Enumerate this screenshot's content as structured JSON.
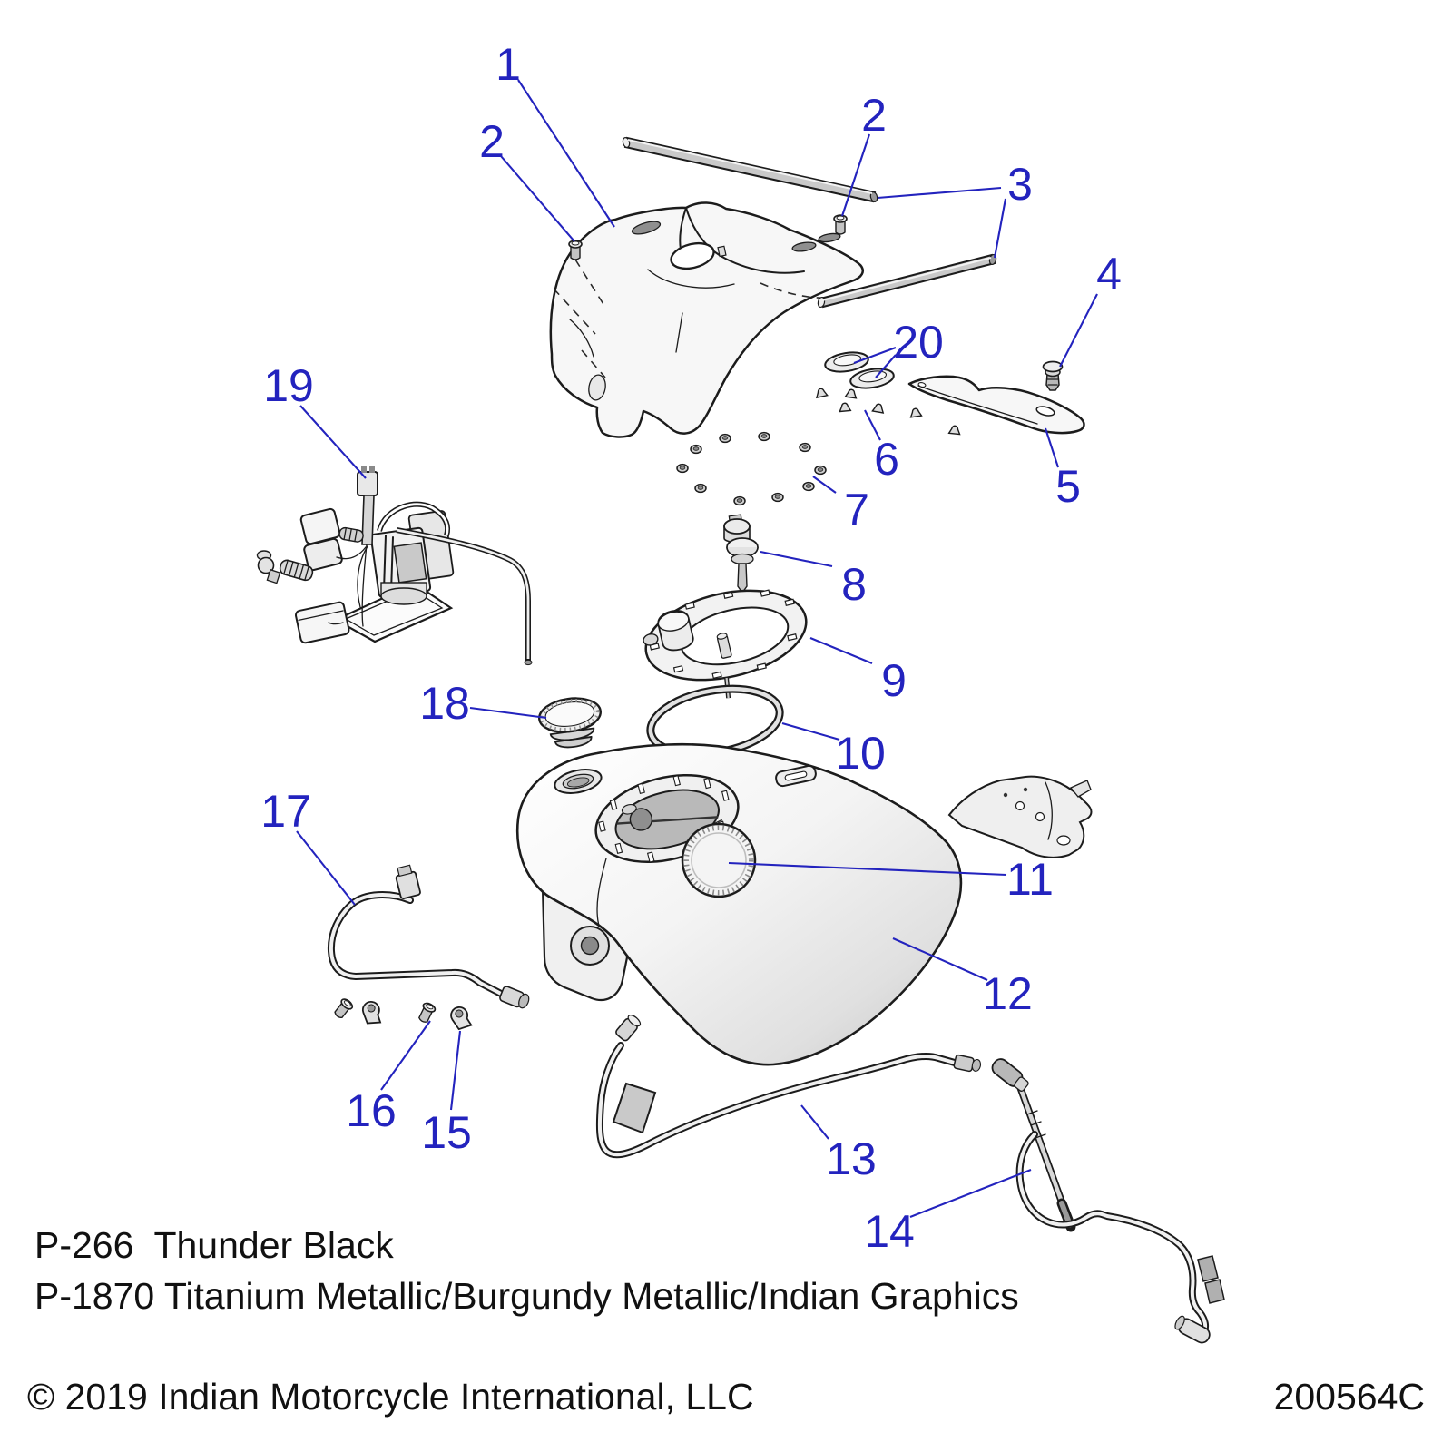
{
  "diagram": {
    "callouts": {
      "c1": "1",
      "c2a": "2",
      "c2b": "2",
      "c3": "3",
      "c4": "4",
      "c5": "5",
      "c6": "6",
      "c7": "7",
      "c8": "8",
      "c9": "9",
      "c10": "10",
      "c11": "11",
      "c12": "12",
      "c13": "13",
      "c14": "14",
      "c15": "15",
      "c16": "16",
      "c17": "17",
      "c18": "18",
      "c19": "19",
      "c20": "20"
    },
    "legend": {
      "line1": "P-266  Thunder Black",
      "line2": "P-1870 Titanium Metallic/Burgundy Metallic/Indian Graphics"
    },
    "footer": {
      "copyright": "© 2019 Indian Motorcycle International, LLC",
      "doc_number": "200564C"
    },
    "colors": {
      "callout": "#2323be",
      "line_art": "#1c1c1c"
    }
  }
}
